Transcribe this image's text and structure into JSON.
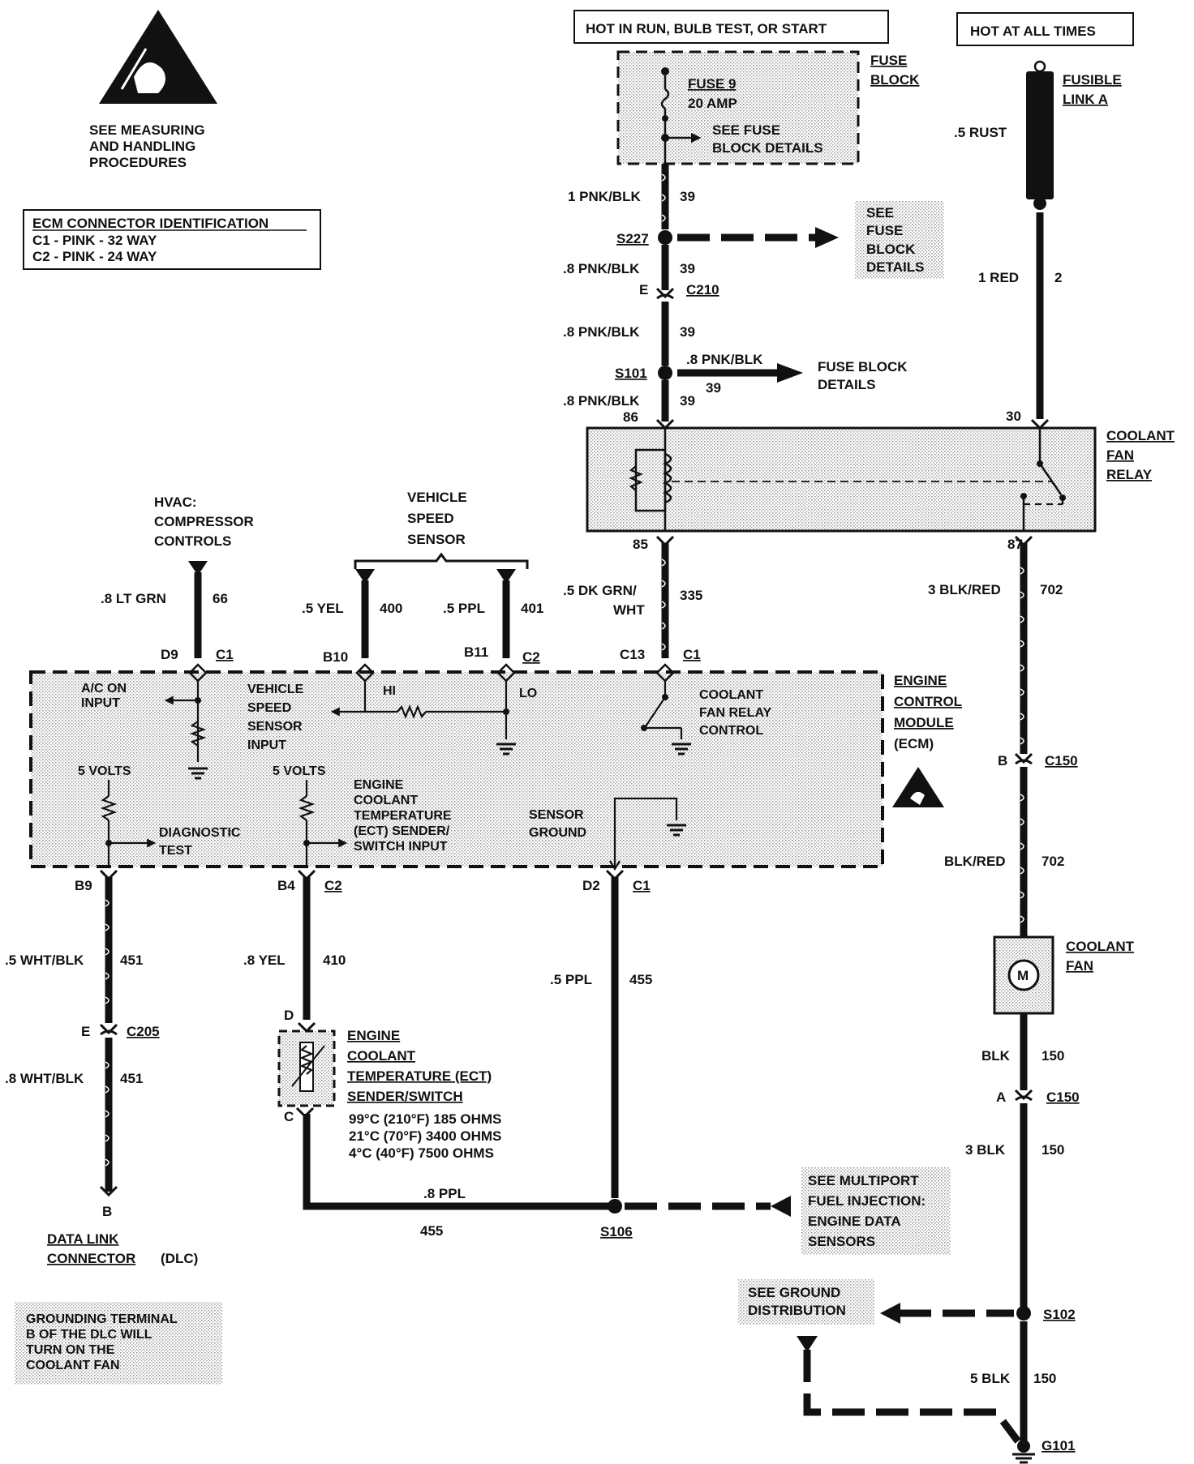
{
  "esd_note": {
    "lines": [
      "SEE MEASURING",
      "AND HANDLING",
      "PROCEDURES"
    ]
  },
  "ecm_conn": {
    "title": "ECM CONNECTOR IDENTIFICATION",
    "c1": "C1 - PINK - 32 WAY",
    "c2": "C2 - PINK - 24 WAY"
  },
  "power": {
    "run_label": "HOT IN RUN, BULB TEST, OR START",
    "all_times_label": "HOT AT ALL TIMES"
  },
  "fuse_block": {
    "title1": "FUSE",
    "title2": "BLOCK",
    "fuse1": "FUSE 9",
    "fuse2": "20 AMP",
    "see1": "SEE FUSE",
    "see2": "BLOCK DETAILS"
  },
  "fusible_link": {
    "l1": "FUSIBLE",
    "l2": "LINK A",
    "wire": ".5 RUST"
  },
  "relay_feed": {
    "w1_gauge": "1 PNK/BLK",
    "w1_circ": "39",
    "s227": "S227",
    "s227_ref": [
      "SEE",
      "FUSE",
      "BLOCK",
      "DETAILS"
    ],
    "w2_gauge": ".8 PNK/BLK",
    "w2_circ": "39",
    "c210_pin": "E",
    "c210": "C210",
    "w3_gauge": ".8 PNK/BLK",
    "w3_circ": "39",
    "s101": "S101",
    "s101_wire": ".8 PNK/BLK",
    "s101_circ": "39",
    "s101_ref1": "FUSE BLOCK",
    "s101_ref2": "DETAILS",
    "w4_gauge": ".8 PNK/BLK",
    "w4_circ": "39"
  },
  "red_wire": {
    "gauge": "1 RED",
    "circ": "2"
  },
  "relay": {
    "pin86": "86",
    "pin30": "30",
    "pin85": "85",
    "pin87": "87",
    "l1": "COOLANT",
    "l2": "FAN",
    "l3": "RELAY"
  },
  "hvac": {
    "l1": "HVAC:",
    "l2": "COMPRESSOR",
    "l3": "CONTROLS",
    "gauge": ".8 LT GRN",
    "circ": "66",
    "pin": "D9",
    "conn": "C1"
  },
  "vss": {
    "l1": "VEHICLE",
    "l2": "SPEED",
    "l3": "SENSOR",
    "w1_gauge": ".5 YEL",
    "w1_circ": "400",
    "w2_gauge": ".5 PPL",
    "w2_circ": "401",
    "pin1": "B10",
    "pin2": "B11",
    "conn": "C2"
  },
  "fan_ctrl": {
    "gauge1": ".5 DK GRN/",
    "gauge2": "WHT",
    "circ": "335",
    "pin": "C13",
    "conn": "C1"
  },
  "ecm": {
    "name": [
      "ENGINE",
      "CONTROL",
      "MODULE",
      "(ECM)"
    ],
    "ac_in": [
      "A/C ON",
      "INPUT"
    ],
    "vss_in": [
      "VEHICLE",
      "SPEED",
      "SENSOR",
      "INPUT"
    ],
    "hi": "HI",
    "lo": "LO",
    "relay_ctrl": [
      "COOLANT",
      "FAN RELAY",
      "CONTROL"
    ],
    "five_v_a": "5 VOLTS",
    "five_v_b": "5 VOLTS",
    "diag": [
      "DIAGNOSTIC",
      "TEST"
    ],
    "ect_in": [
      "ENGINE",
      "COOLANT",
      "TEMPERATURE",
      "(ECT) SENDER/",
      "SWITCH INPUT"
    ],
    "sensor_gnd": [
      "SENSOR",
      "GROUND"
    ]
  },
  "right_chain": {
    "w1_gauge": "3 BLK/RED",
    "w1_circ": "702",
    "c150_pin_b": "B",
    "c150": "C150",
    "w2_gauge": "BLK/RED",
    "w2_circ": "702",
    "fan_l1": "COOLANT",
    "fan_l2": "FAN",
    "motor": "M",
    "w3_gauge": "BLK",
    "w3_circ": "150",
    "c150_pin_a": "A",
    "c150b": "C150",
    "w4_gauge": "3 BLK",
    "w4_circ": "150",
    "s102": "S102",
    "ground_ref": [
      "SEE GROUND",
      "DISTRIBUTION"
    ],
    "w5_gauge": "5 BLK",
    "w5_circ": "150",
    "g101": "G101"
  },
  "dlc": {
    "pin_b9": "B9",
    "w1_gauge": ".5 WHT/BLK",
    "w1_circ": "451",
    "c205_pin": "E",
    "c205": "C205",
    "w2_gauge": ".8 WHT/BLK",
    "w2_circ": "451",
    "end_pin": "B",
    "l1": "DATA LINK",
    "l2": "CONNECTOR",
    "l3": "(DLC)",
    "note": [
      "GROUNDING TERMINAL",
      "B OF THE DLC WILL",
      "TURN ON THE",
      "COOLANT FAN"
    ]
  },
  "ect": {
    "pin_b4": "B4",
    "conn": "C2",
    "gauge": ".8 YEL",
    "circ": "410",
    "pin_d": "D",
    "pin_c": "C",
    "name": [
      "ENGINE",
      "COOLANT",
      "TEMPERATURE (ECT)",
      "SENDER/SWITCH"
    ],
    "specs": [
      "99°C (210°F) 185 OHMS",
      "21°C (70°F) 3400 OHMS",
      "4°C (40°F) 7500 OHMS"
    ]
  },
  "sensor_gnd_wire": {
    "pin": "D2",
    "conn": "C1",
    "gauge": ".5 PPL",
    "circ": "455",
    "bottom_gauge": ".8 PPL",
    "bottom_circ": "455",
    "s106": "S106",
    "ref": [
      "SEE MULTIPORT",
      "FUEL INJECTION:",
      "ENGINE DATA",
      "SENSORS"
    ]
  }
}
